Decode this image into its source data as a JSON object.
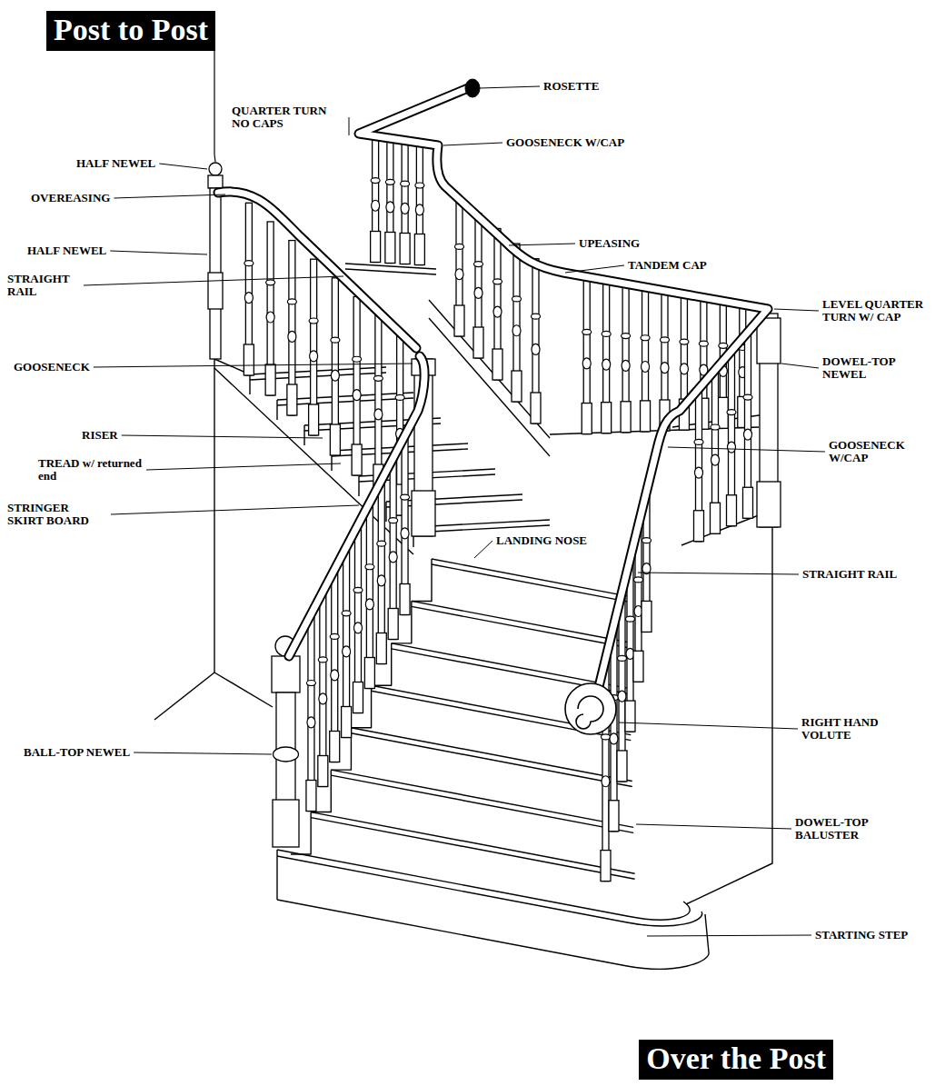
{
  "diagram": {
    "nodes": [
      {
        "text": [
          "Post to Post"
        ]
      },
      {
        "text": [
          "Over the Post"
        ]
      }
    ],
    "labels": [
      "ROSETTE",
      "QUARTER TURN NO CAPS",
      "GOOSENECK W/CAP",
      "HALF NEWEL",
      "OVEREASING",
      "UPEASING",
      "TANDEM CAP",
      "HALF NEWEL",
      "STRAIGHT RAIL",
      "LEVEL QUARTER TURN W/ CAP",
      "DOWEL-TOP NEWEL",
      "GOOSENECK",
      "RISER",
      "TREAD w/ returned end",
      "GOOSENECK W/CAP",
      "STRINGER SKIRT BOARD",
      "LANDING NOSE",
      "STRAIGHT RAIL",
      "RIGHT HAND VOLUTE",
      "BALL-TOP NEWEL",
      "DOWEL-TOP BALUSTER",
      "STARTING STEP"
    ]
  }
}
